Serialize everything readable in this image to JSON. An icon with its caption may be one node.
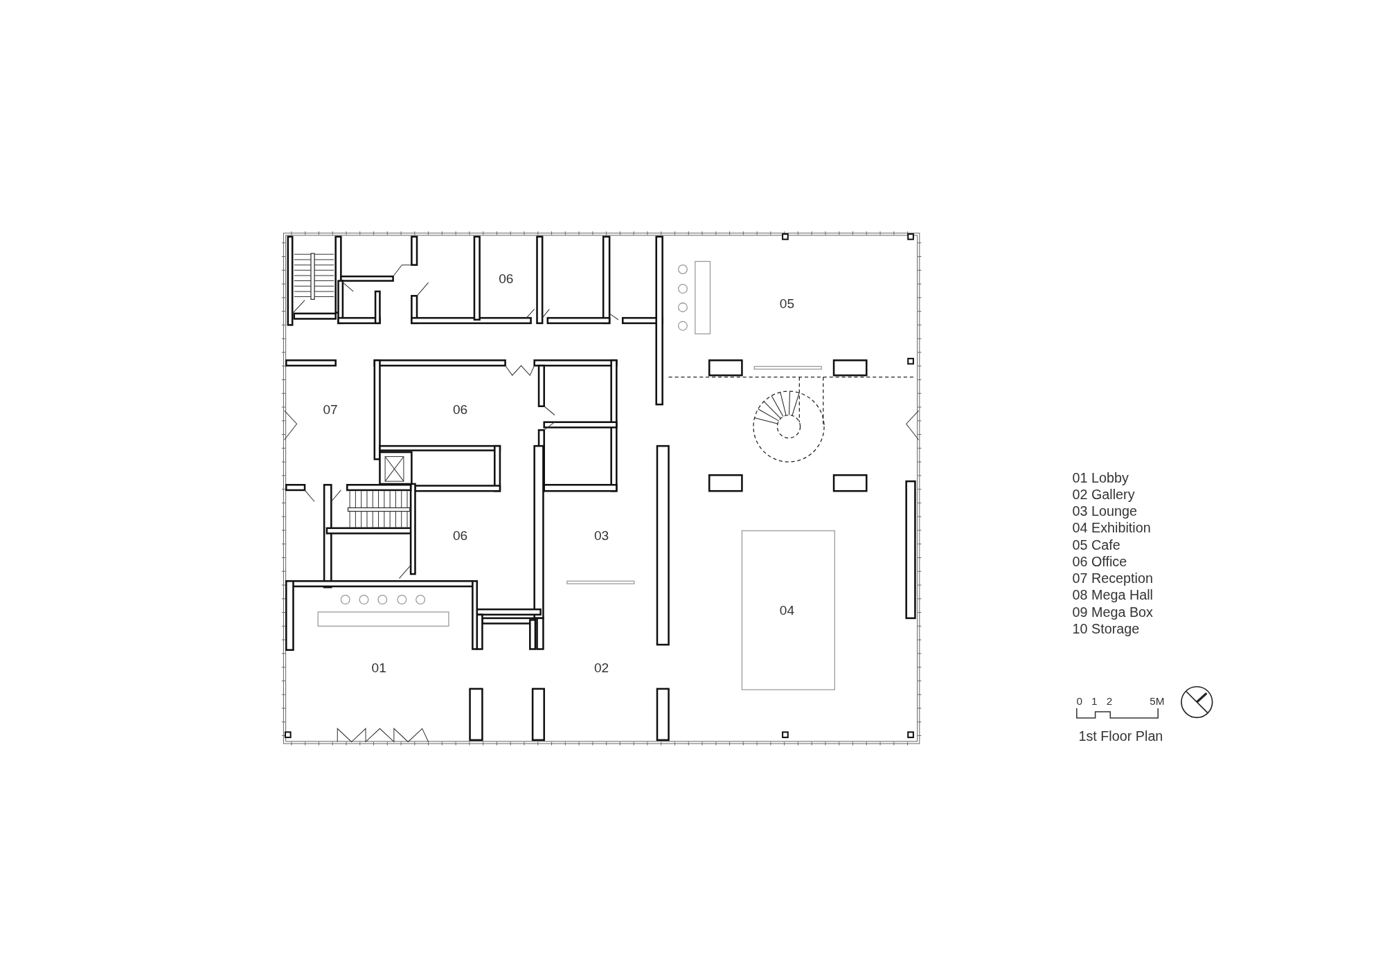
{
  "diagram": {
    "title": "1st Floor Plan",
    "labels": [
      "06",
      "05",
      "07",
      "06",
      "06",
      "03",
      "04",
      "01",
      "02",
      "01 Lobby",
      "02 Gallery",
      "03 Lounge",
      "04 Exhibition",
      "05 Cafe",
      "06 Office",
      "07 Reception",
      "08 Mega Hall",
      "09 Mega Box",
      "10 Storage",
      "0",
      "1",
      "2",
      "5M"
    ]
  }
}
